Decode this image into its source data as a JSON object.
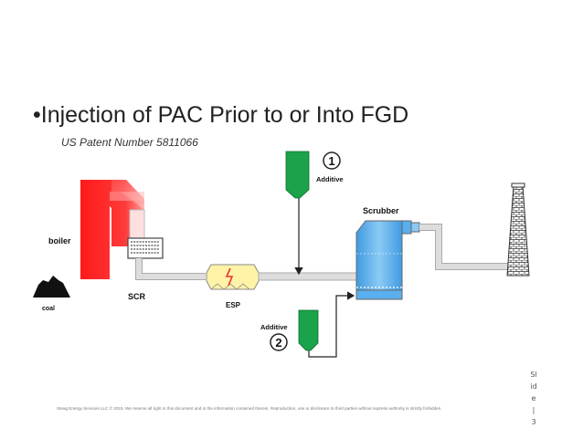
{
  "slide": {
    "title": "•Injection of PAC Prior to or Into FGD",
    "subtitle": "US Patent Number 5811066",
    "footer": "Steag Energy Services LLC © 2015. We reserve all right in this document and in the information contained therein. Reproduction, use or disclosure to third parties without express authority is strictly forbidden.",
    "slide_tab": [
      "Sl",
      "id",
      "e",
      "|",
      "3"
    ]
  },
  "diagram": {
    "labels": {
      "boiler": "boiler",
      "coal": "coal",
      "scr": "SCR",
      "esp": "ESP",
      "scrubber": "Scrubber",
      "additive_1": "Additive",
      "additive_2": "Additive",
      "num_1": "1",
      "num_2": "2"
    },
    "colors": {
      "boiler_red": "#ff2a2a",
      "hopper_green": "#1aa34a",
      "scrubber_blue": "#5ab0ee",
      "duct_gray": "#cccccc",
      "esp_yellow": "#fff3a8"
    }
  }
}
